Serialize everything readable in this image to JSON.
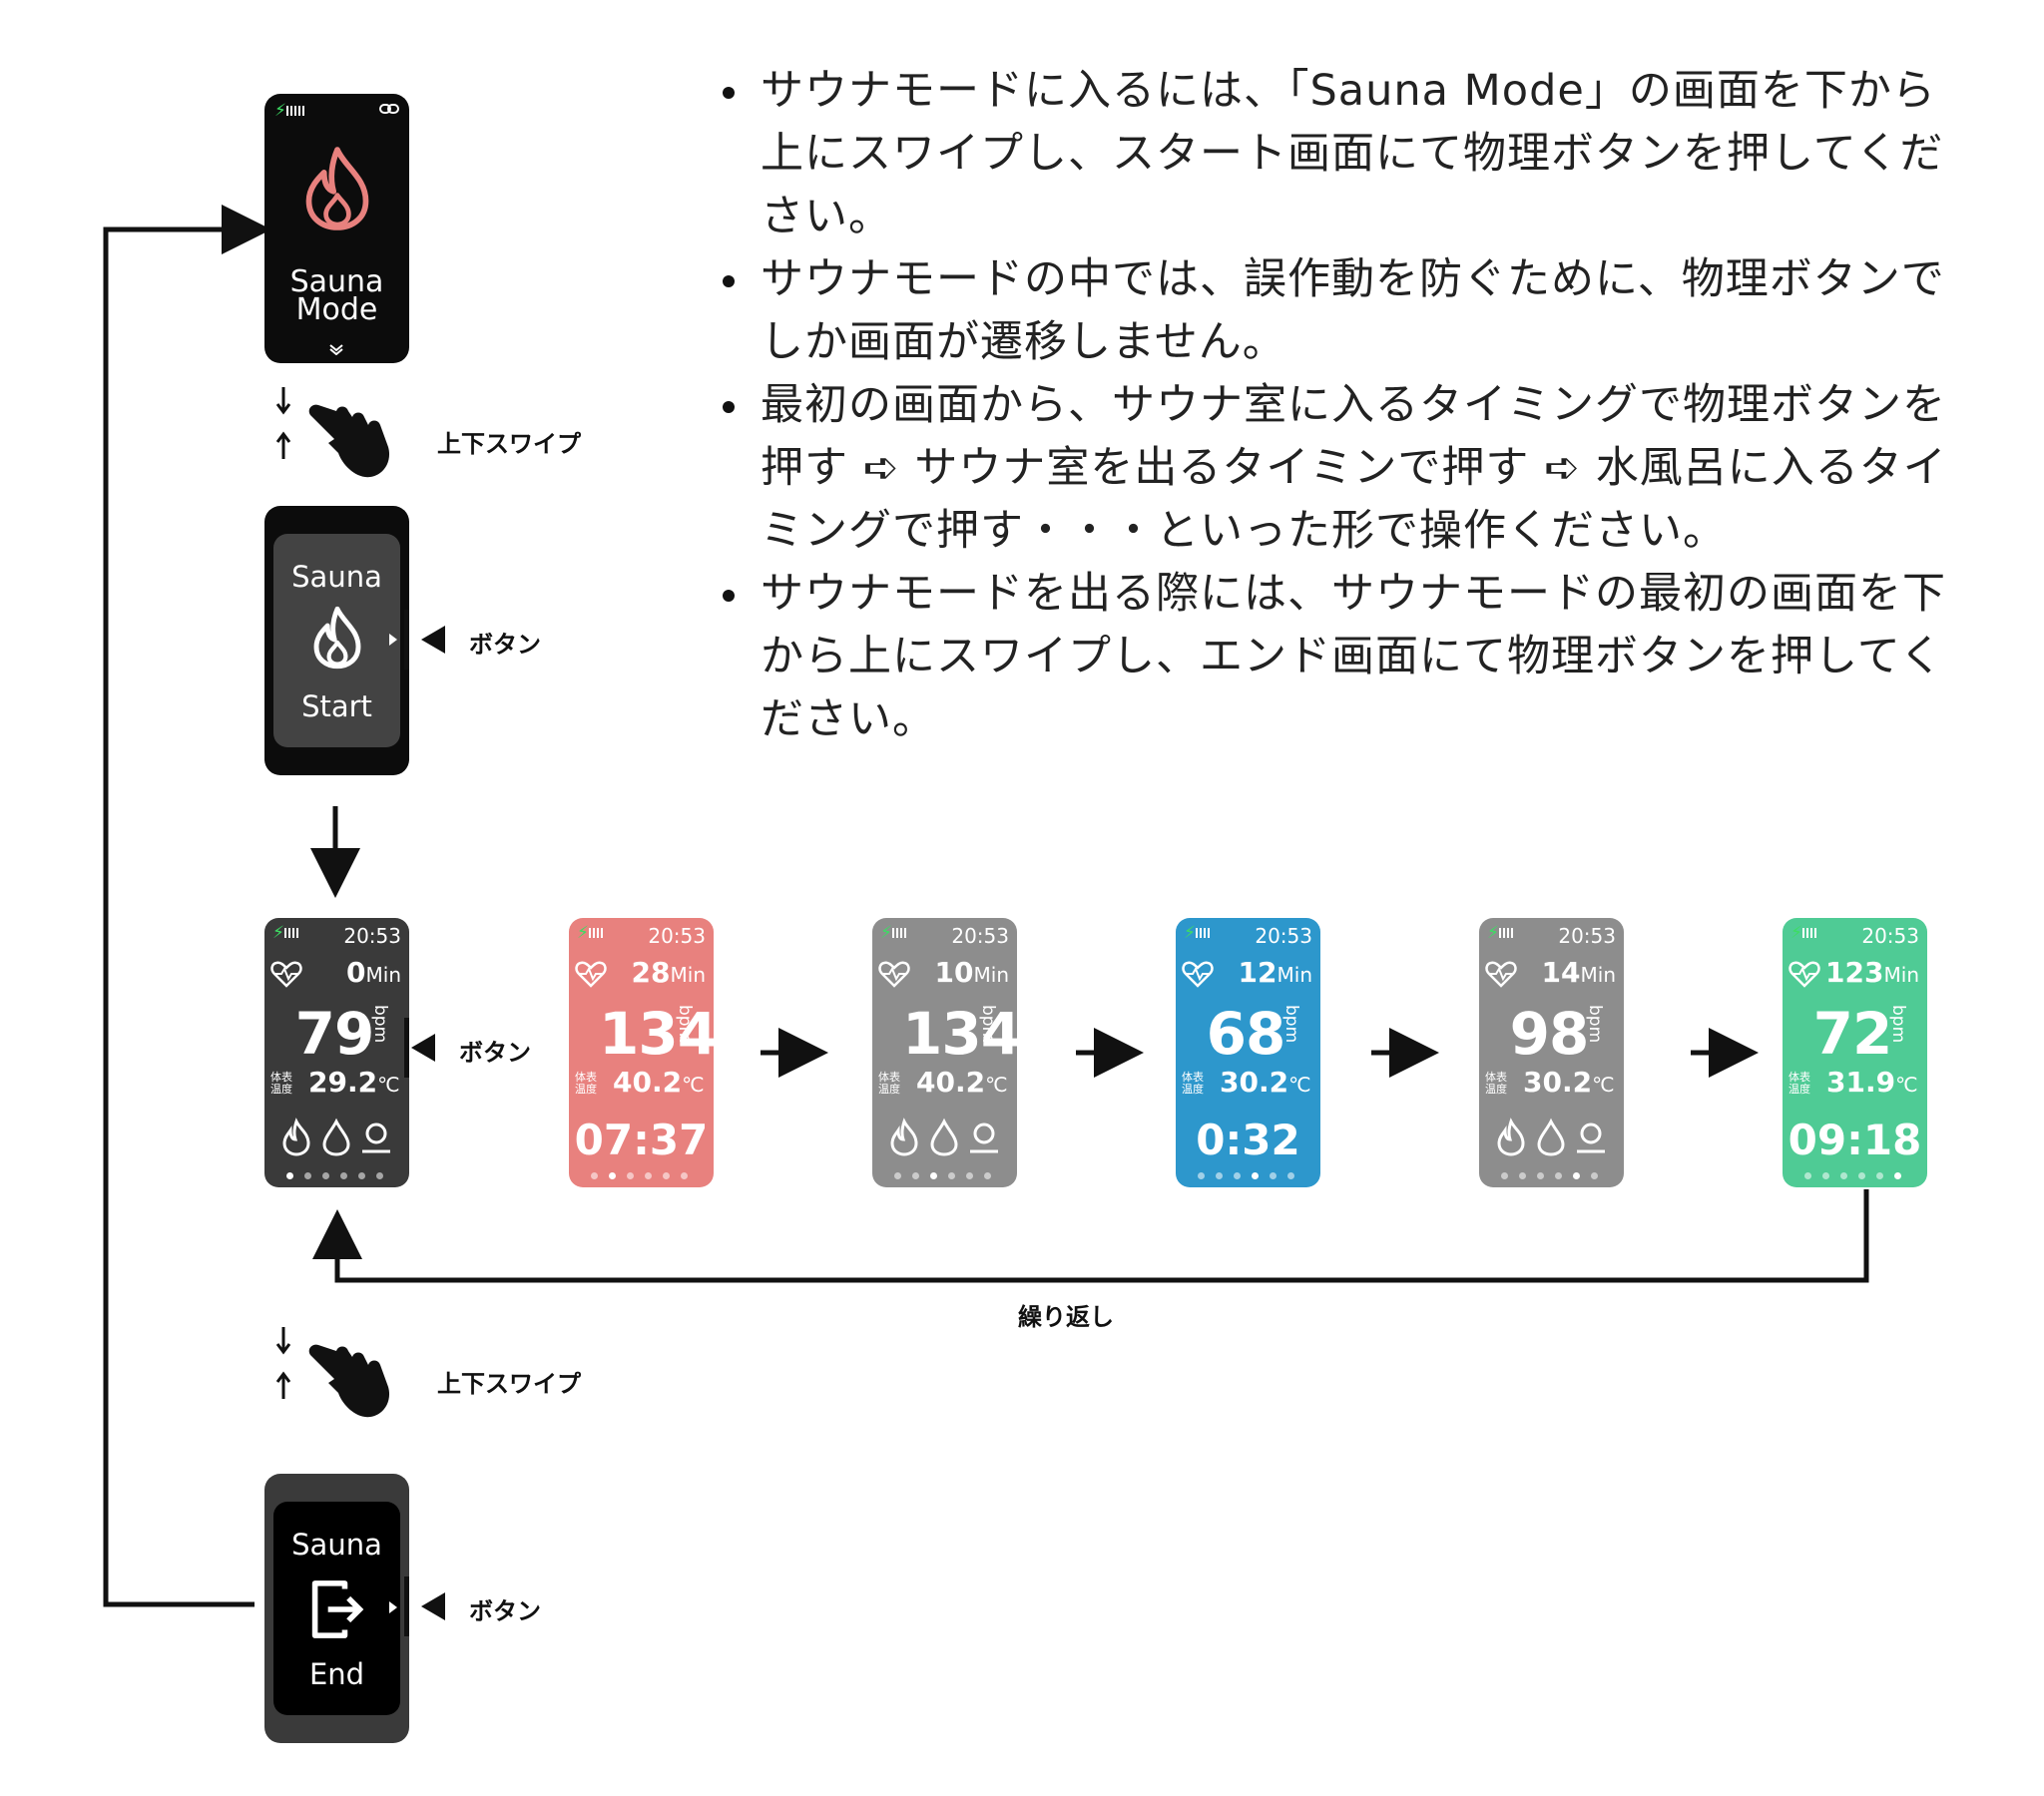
{
  "instructions": [
    "サウナモードに入るには、「Sauna Mode」の画面を下から上にスワイプし、スタート画面にて物理ボタンを押してください。",
    "サウナモードの中では、誤作動を防ぐために、物理ボタンでしか画面が遷移しません。",
    "最初の画面から、サウナ室に入るタイミングで物理ボタンを押す ➪ サウナ室を出るタイミンで押す ➪ 水風呂に入るタイミングで押す・・・といった形で操作ください。",
    "サウナモードを出る際には、サウナモードの最初の画面を下から上にスワイプし、エンド画面にて物理ボタンを押してください。"
  ],
  "mode_screen": {
    "line1": "Sauna",
    "line2": "Mode"
  },
  "start_screen": {
    "title": "Sauna",
    "label": "Start"
  },
  "end_screen": {
    "title": "Sauna",
    "label": "End"
  },
  "labels": {
    "swipe": "上下スワイプ",
    "button": "ボタン",
    "repeat": "繰り返し"
  },
  "screens": [
    {
      "color": "#3a3a3a",
      "time": "20:53",
      "duration": "0",
      "min_unit": "Min",
      "bpm": "79",
      "bpm_unit": "bpm",
      "temp_label": "体表温度",
      "temp": "29.2",
      "temp_unit": "℃",
      "timer": "",
      "active_dot": 0
    },
    {
      "color": "#e8817e",
      "time": "20:53",
      "duration": "28",
      "min_unit": "Min",
      "bpm": "134",
      "bpm_unit": "bpm",
      "temp_label": "体表温度",
      "temp": "40.2",
      "temp_unit": "℃",
      "timer": "07:37",
      "active_dot": 1
    },
    {
      "color": "#8d8d8d",
      "time": "20:53",
      "duration": "10",
      "min_unit": "Min",
      "bpm": "134",
      "bpm_unit": "bpm",
      "temp_label": "体表温度",
      "temp": "40.2",
      "temp_unit": "℃",
      "timer": "",
      "active_dot": 2
    },
    {
      "color": "#2d97cc",
      "time": "20:53",
      "duration": "12",
      "min_unit": "Min",
      "bpm": "68",
      "bpm_unit": "bpm",
      "temp_label": "体表温度",
      "temp": "30.2",
      "temp_unit": "℃",
      "timer": "0:32",
      "active_dot": 3
    },
    {
      "color": "#8d8d8d",
      "time": "20:53",
      "duration": "14",
      "min_unit": "Min",
      "bpm": "98",
      "bpm_unit": "bpm",
      "temp_label": "体表温度",
      "temp": "30.2",
      "temp_unit": "℃",
      "timer": "",
      "active_dot": 4
    },
    {
      "color": "#4fcb95",
      "time": "20:53",
      "duration": "123",
      "min_unit": "Min",
      "bpm": "72",
      "bpm_unit": "bpm",
      "temp_label": "体表温度",
      "temp": "31.9",
      "temp_unit": "℃",
      "timer": "09:18",
      "active_dot": 5
    }
  ]
}
